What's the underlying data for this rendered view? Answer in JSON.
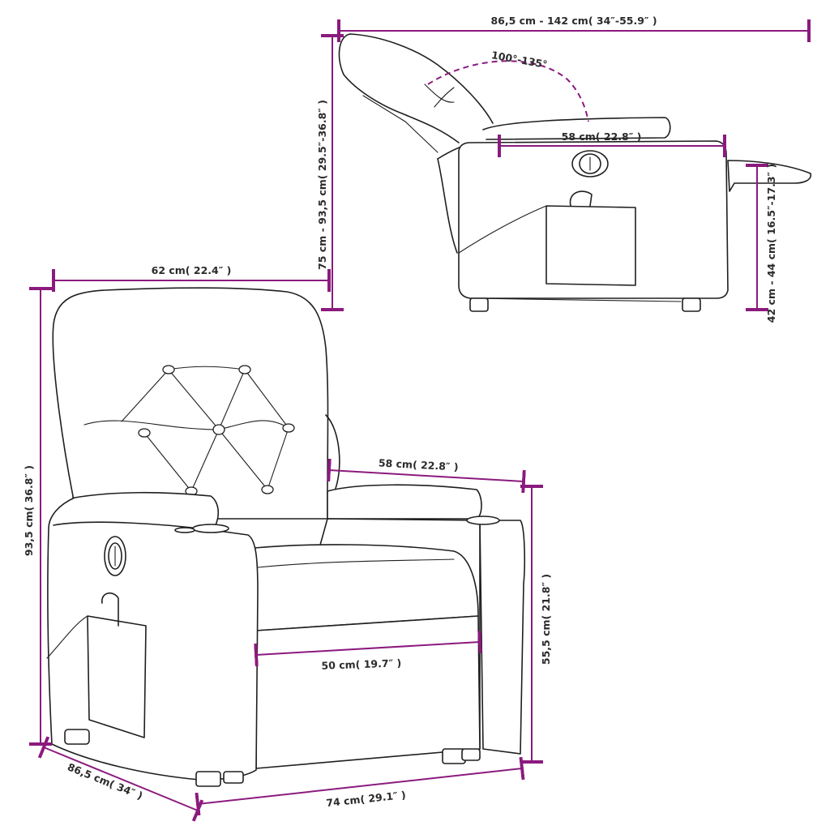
{
  "accent_color": "#8b1a7e",
  "side_view": {
    "total_length": "86,5 cm - 142 cm( 34″-55.9″ )",
    "recline_angle": "100°-135°",
    "armrest_length": "58 cm( 22.8″ )",
    "height_range": "75 cm - 93,5 cm( 29.5″-36.8″ )",
    "footrest_height": "42 cm - 44 cm( 16.5″-17.3″ )"
  },
  "front_view": {
    "backrest_width": "62 cm( 22.4″ )",
    "total_height": "93,5 cm( 36.8″ )",
    "armrest_length": "58 cm( 22.8″ )",
    "arm_height": "55,5 cm( 21.8″ )",
    "seat_width": "50 cm( 19.7″ )",
    "depth": "86,5 cm( 34″ )",
    "overall_width": "74 cm( 29.1″ )"
  }
}
